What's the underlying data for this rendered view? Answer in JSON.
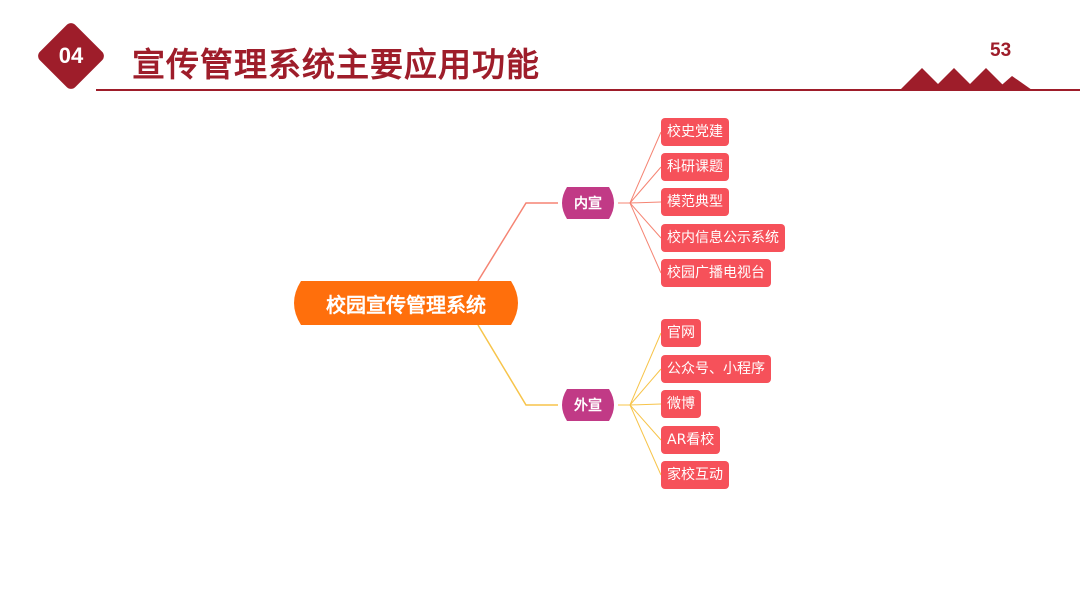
{
  "header": {
    "section_number": "04",
    "title": "宣传管理系统主要应用功能",
    "page_number": "53"
  },
  "colors": {
    "brand": "#9e1d2a",
    "root": "#ff6f0c",
    "branch": "#c13a86",
    "leaf": "#f6515a",
    "connector_upper": "#f58473",
    "connector_lower": "#f7c44a"
  },
  "mindmap": {
    "root": "校园宣传管理系统",
    "branches": [
      {
        "label": "内宣",
        "leaves": [
          "校史党建",
          "科研课题",
          "模范典型",
          "校内信息公示系统",
          "校园广播电视台"
        ]
      },
      {
        "label": "外宣",
        "leaves": [
          "官网",
          "公众号、小程序",
          "微博",
          "AR看校",
          "家校互动"
        ]
      }
    ]
  }
}
